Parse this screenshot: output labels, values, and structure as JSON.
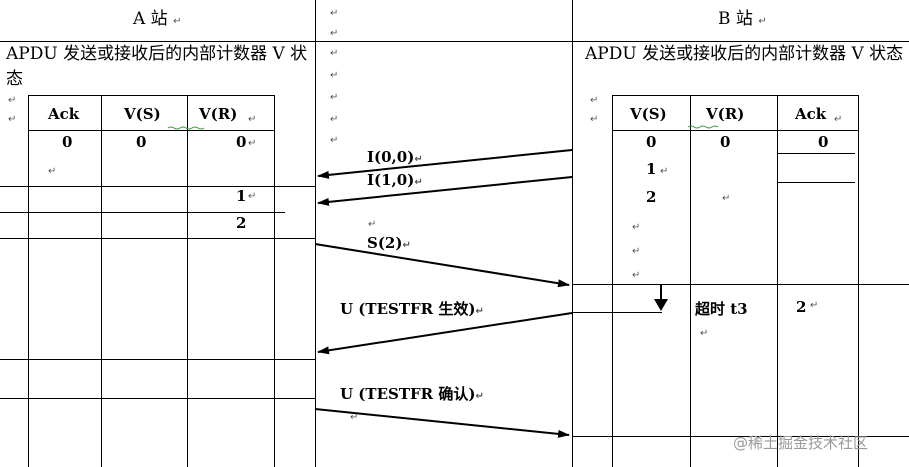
{
  "station_a": {
    "title": "A 站",
    "desc": "APDU 发送或接收后的内部计数器 V 状态",
    "columns": [
      "Ack",
      "V(S)",
      "V(R)"
    ],
    "values": [
      "0",
      "0",
      "0",
      "1",
      "2"
    ]
  },
  "station_b": {
    "title": "B 站",
    "desc": "APDU 发送或接收后的内部计数器 V 状态",
    "columns": [
      "V(S)",
      "V(R)",
      "Ack"
    ],
    "values": [
      "0",
      "0",
      "0",
      "1",
      "2",
      "2"
    ],
    "timeout": "超时 t3"
  },
  "messages": [
    "I(0,0)",
    "I(1,0)",
    "S(2)",
    "U (TESTFR 生效)",
    "U (TESTFR 确认)"
  ],
  "paragraph_mark": "↵",
  "watermark": "@稀土掘金技术社区"
}
